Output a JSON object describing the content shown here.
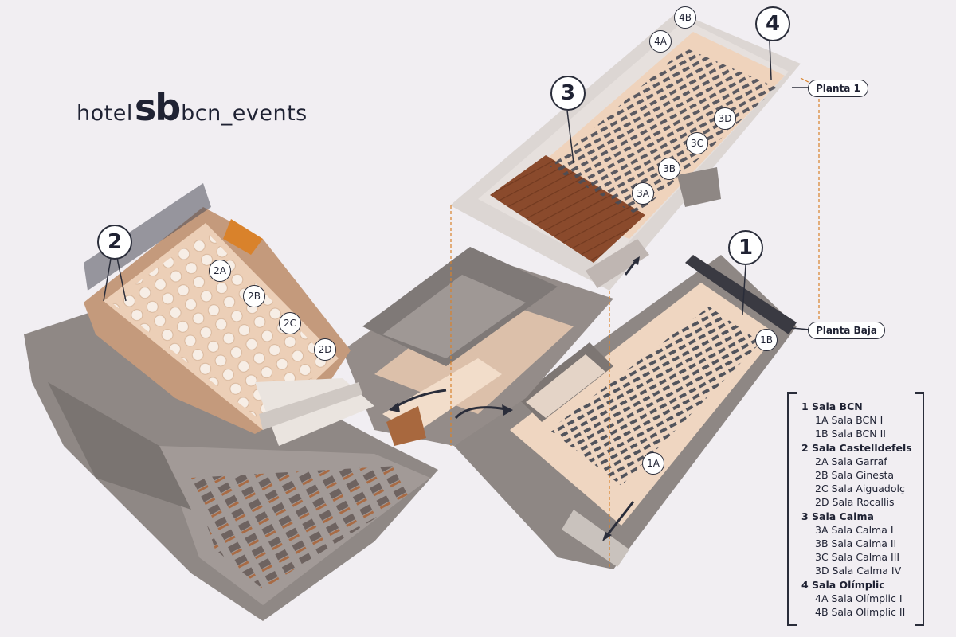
{
  "logo": {
    "part1": "hotel",
    "part2": "sb",
    "part3": "bcn_events"
  },
  "floors": {
    "upper": "Planta 1",
    "ground": "Planta Baja"
  },
  "badges": {
    "b1": "1",
    "b2": "2",
    "b3": "3",
    "b4": "4",
    "b1A": "1A",
    "b1B": "1B",
    "b2A": "2A",
    "b2B": "2B",
    "b2C": "2C",
    "b2D": "2D",
    "b3A": "3A",
    "b3B": "3B",
    "b3C": "3C",
    "b3D": "3D",
    "b4A": "4A",
    "b4B": "4B"
  },
  "legend": {
    "g1": "1 Sala BCN",
    "g1a": "1A Sala BCN I",
    "g1b": "1B Sala BCN II",
    "g2": "2 Sala Castelldefels",
    "g2a": "2A Sala Garraf",
    "g2b": "2B Sala Ginesta",
    "g2c": "2C Sala Aiguadolç",
    "g2d": "2D Sala Rocallis",
    "g3": "3 Sala Calma",
    "g3a": "3A Sala Calma I",
    "g3b": "3B Sala Calma II",
    "g3c": "3C Sala Calma III",
    "g3d": "3D Sala Calma IV",
    "g4": "4 Sala Olímplic",
    "g4a": "4A Sala Olímplic I",
    "g4b": "4B Sala Olímplic II"
  },
  "colors": {
    "background": "#f1eef2",
    "wall": "#8f8885",
    "floor_warm": "#eac8ae",
    "wood": "#8a4a2c",
    "accent_orange": "#d9822b",
    "ink": "#1f2233"
  }
}
